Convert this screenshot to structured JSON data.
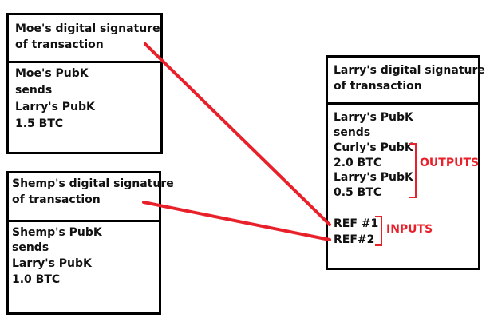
{
  "moe": {
    "header": [
      "Moe's digital signature",
      "of transaction"
    ],
    "body": [
      "Moe's PubK",
      "sends",
      "Larry's PubK",
      "1.5 BTC"
    ]
  },
  "shemp": {
    "header": [
      "Shemp's digital signature",
      "of transaction"
    ],
    "body": [
      "Shemp's PubK",
      "sends",
      "Larry's PubK",
      "1.0 BTC"
    ]
  },
  "larry": {
    "header": [
      "Larry's digital signature",
      "of transaction"
    ],
    "body": [
      "Larry's PubK",
      "sends",
      "Curly's PubK",
      "2.0 BTC",
      "Larry's PubK",
      "0.5 BTC"
    ],
    "refs": [
      "REF #1",
      "REF#2"
    ]
  },
  "labels": {
    "outputs": "OUTPUTS",
    "inputs": "INPUTS"
  },
  "colors": {
    "line": "#e8202a",
    "border": "#000000"
  }
}
